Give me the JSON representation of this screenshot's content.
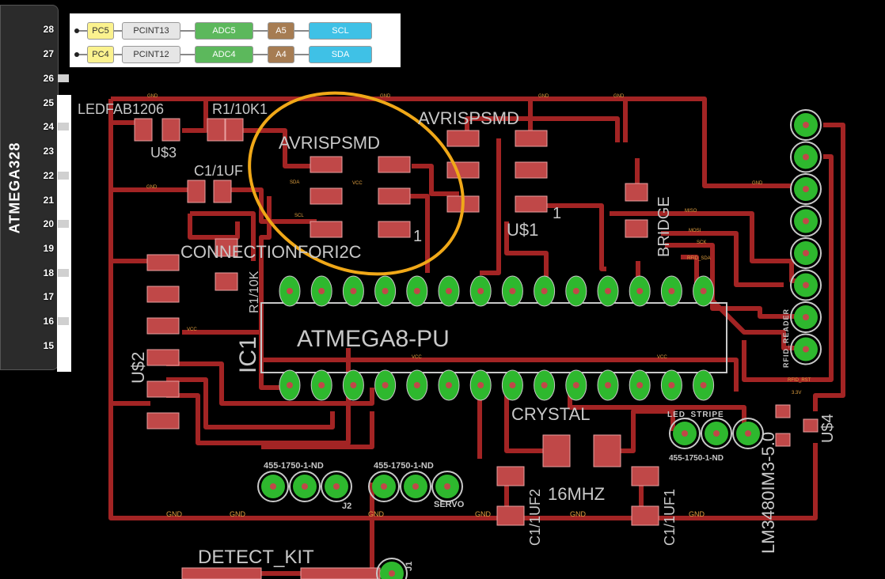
{
  "pinout": {
    "chip_label": "ATMEGA328",
    "pins": [
      "26",
      "25",
      "24",
      "23",
      "22",
      "21",
      "20",
      "19",
      "18",
      "17",
      "16",
      "15"
    ],
    "functions": [
      {
        "pin": "28",
        "port": "PC5",
        "pcint": "PCINT13",
        "adc": "ADC5",
        "analog": "A5",
        "i2c": "SCL"
      },
      {
        "pin": "27",
        "port": "PC4",
        "pcint": "PCINT12",
        "adc": "ADC4",
        "analog": "A4",
        "i2c": "SDA"
      }
    ]
  },
  "board": {
    "components": {
      "led": "LEDFAB1206",
      "u3": "U$3",
      "r1": "R1/10K1",
      "c1": "C1/1UF",
      "avr1": "AVRISPSMD",
      "avr2": "AVRISPSMD",
      "u1": "U$1",
      "pin1a": "1",
      "pin1b": "1",
      "bridge": "BRIDGE",
      "i2c": "CONNECTIONFORI2C",
      "r2": "R1/10K",
      "ic1": "IC1",
      "mcu": "ATMEGA8-PU",
      "u2": "U$2",
      "crystal": "CRYSTAL",
      "freq": "16MHZ",
      "c2": "C1/1UF2",
      "c3": "C1/1UF1",
      "led_stripe": "LED_STRIPE",
      "hdr1": "455-1750-1-ND",
      "hdr2": "455-1750-1-ND",
      "hdr3": "455-1750-1-ND",
      "reg": "LM3480IM3-5.0",
      "u4": "U$4",
      "rfid": "RFID_READER",
      "j2": "J2",
      "servo": "SERVO",
      "j1": "J1",
      "detect": "DETECT_KIT"
    },
    "nets": {
      "gnd": "GND",
      "vcc": "VCC",
      "miso": "MISO",
      "mosi": "MOSI",
      "sck": "SCK",
      "rfid_sda": "RFID_SDA",
      "rfid_rst": "RFID_RST",
      "v33": "3.3V",
      "sda": "SDA",
      "scl": "SCL"
    },
    "colors": {
      "trace": "#a32424",
      "pad": "#2eb82e",
      "silk": "#c8c8c8",
      "highlight": "#f0a818"
    }
  }
}
